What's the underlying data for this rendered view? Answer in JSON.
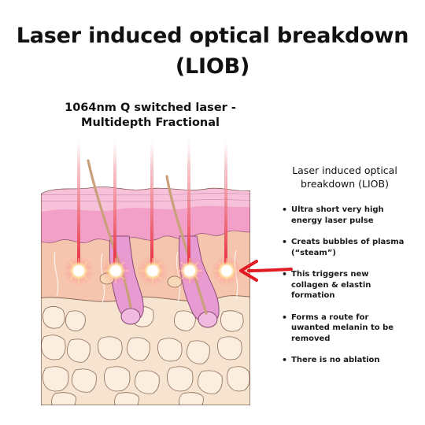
{
  "title": {
    "line1": "Laser induced optical breakdown",
    "line2": "(LIOB)"
  },
  "laser_label": {
    "line1": "1064nm Q switched laser -",
    "line2": "Multidepth Fractional"
  },
  "panel": {
    "title_line1": "Laser induced optical",
    "title_line2": "breakdown (LIOB)",
    "bullets": [
      "Ultra short very high energy laser pulse",
      "Creats bubbles of plasma (“steam”)",
      "This triggers new collagen & elastin formation",
      "Forms a route for uwanted melanin to be removed",
      "There is no ablation"
    ]
  },
  "colors": {
    "laser": "#e8283a",
    "arrow": "#e01b24",
    "epidermis": "#f2a0c8",
    "dermis": "#f6c5ad",
    "fat": "#f6e4d0",
    "glow": "#fff6c8"
  },
  "icons": {
    "arrow": "red-pointer-arrow-icon",
    "spot": "plasma-spark-icon"
  }
}
